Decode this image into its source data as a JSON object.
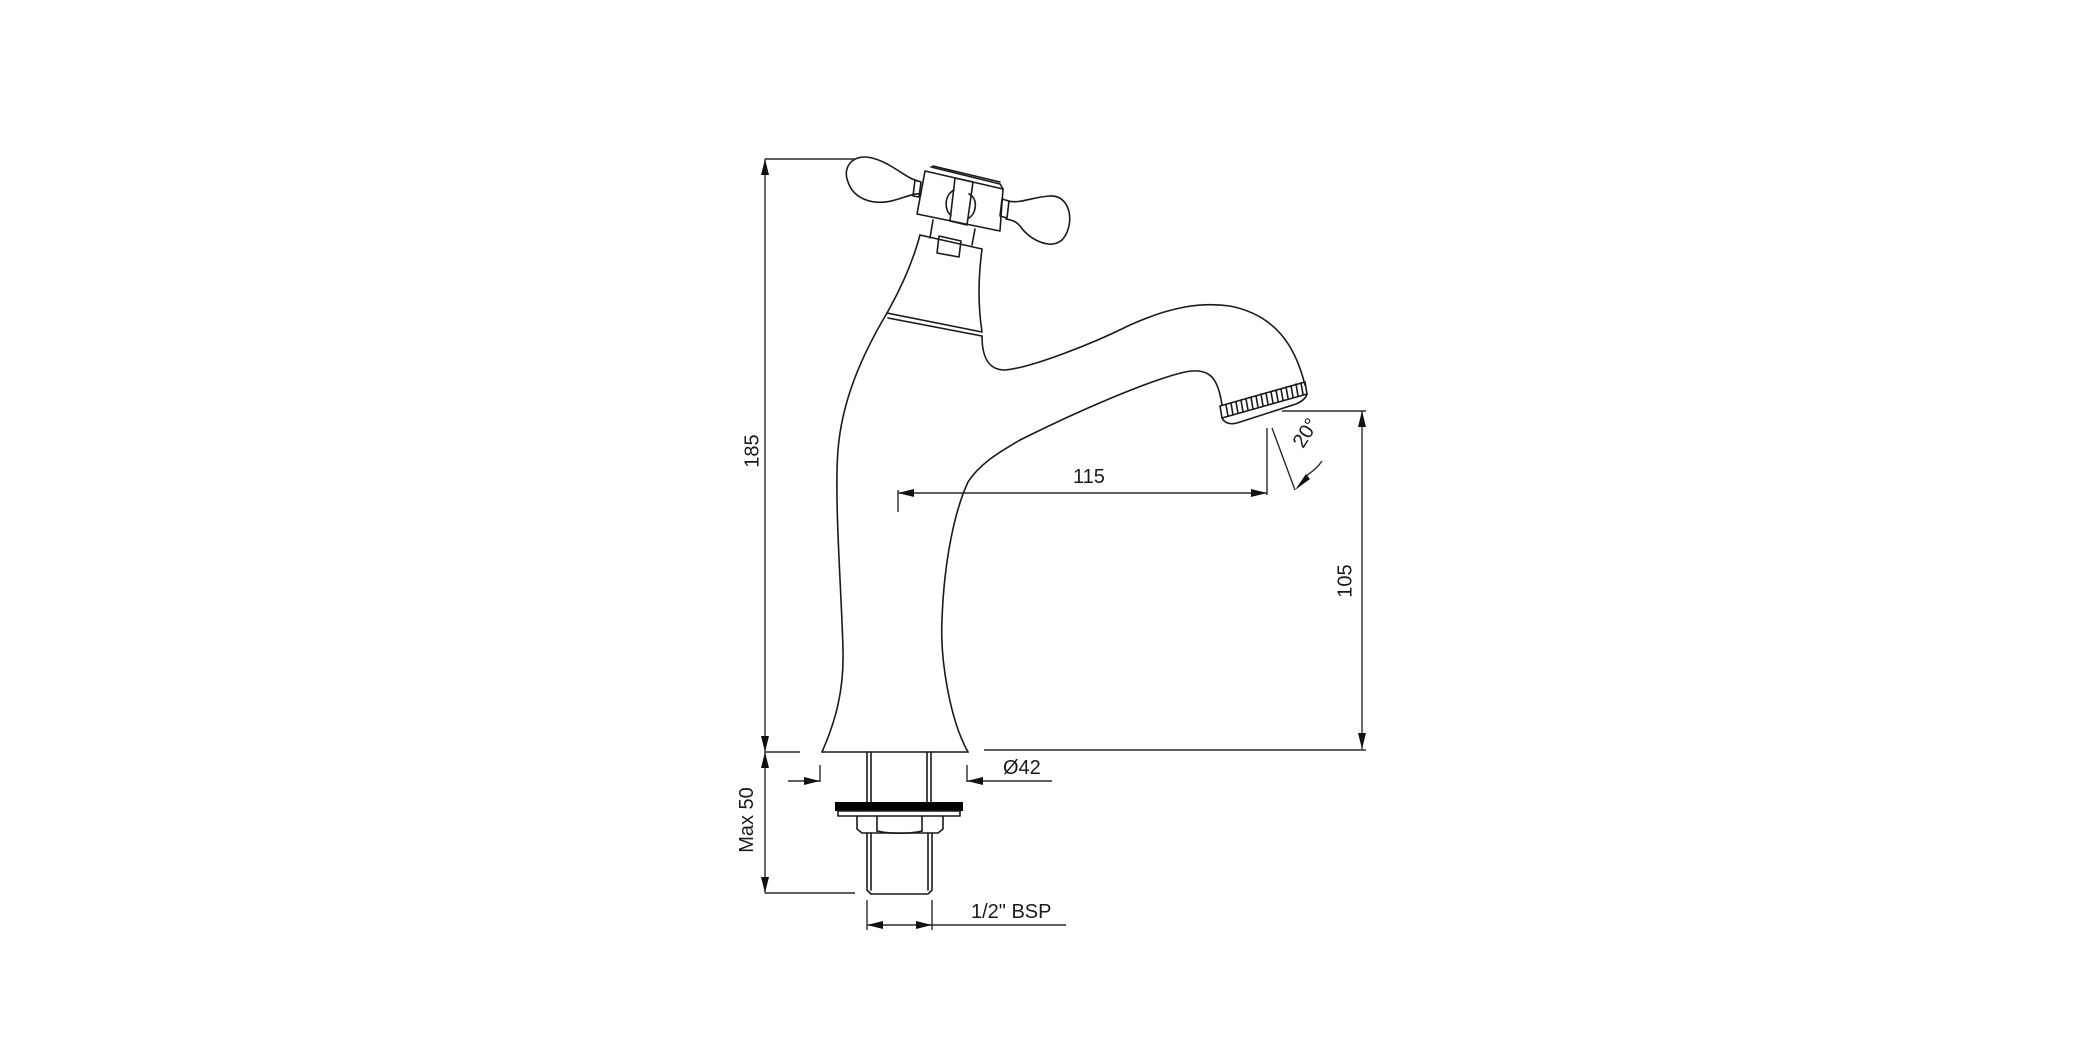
{
  "drawing": {
    "subject": "Pillar tap with cross-head handle, side elevation",
    "units": "mm",
    "dimensions": {
      "overall_height": "185",
      "spout_height": "105",
      "spout_reach": "115",
      "spout_angle": "20°",
      "base_diameter": "Ø42",
      "max_deck_thickness": "Max 50",
      "thread": "1/2\" BSP"
    },
    "line_color": "#1a1a1a",
    "washer_color": "#000000",
    "background": "#ffffff"
  }
}
